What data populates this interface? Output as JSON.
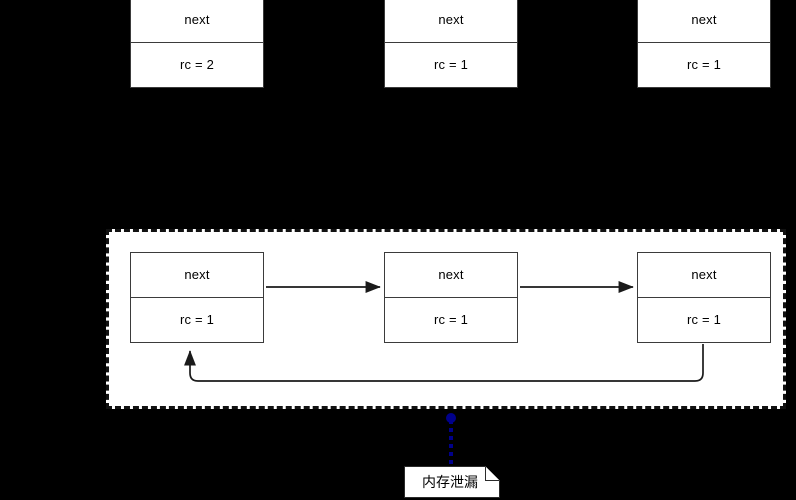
{
  "diagram": {
    "title": "reference-counting-cycle-memory-leak",
    "background_color": "#000000",
    "node_fill": "#ffffff",
    "node_stroke": "#3b3b3b",
    "leak_region_stroke": "#111111",
    "connector_color": "#1a1a1a",
    "annotation_color": "#00008b",
    "top_row": [
      {
        "next_label": "next",
        "rc_label": "rc = 2"
      },
      {
        "next_label": "next",
        "rc_label": "rc = 1"
      },
      {
        "next_label": "next",
        "rc_label": "rc = 1"
      }
    ],
    "bottom_row": [
      {
        "next_label": "next",
        "rc_label": "rc = 1"
      },
      {
        "next_label": "next",
        "rc_label": "rc = 1"
      },
      {
        "next_label": "next",
        "rc_label": "rc = 1"
      }
    ],
    "annotation": {
      "text": "内存泄漏"
    }
  }
}
